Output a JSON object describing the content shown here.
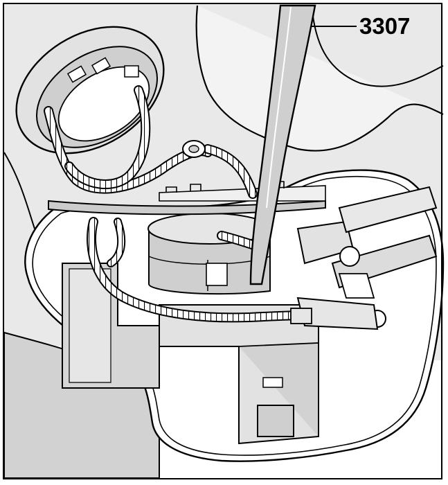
{
  "figure": {
    "callouts": [
      {
        "id": "tool",
        "label": "3307"
      }
    ]
  },
  "colors": {
    "line": "#000000",
    "background": "#ffffff",
    "shade_light": "#e9e9e9",
    "shade_mid": "#d2d2d2",
    "shade_dark": "#b8b8b8"
  },
  "icons": {
    "tool": "bent-rod-tool",
    "part": "fuel-pump-flange-assembly"
  }
}
